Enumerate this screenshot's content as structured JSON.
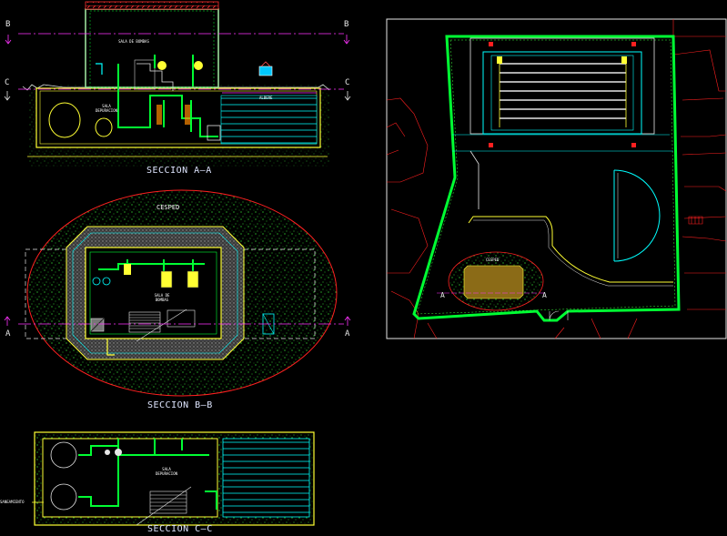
{
  "drawing": {
    "colors": {
      "background": "#000000",
      "wall": "#ffff33",
      "pipe": "#00ff33",
      "water": "#00ffff",
      "magenta": "#ff33ff",
      "red": "#ff2020",
      "white": "#e6e6e6"
    },
    "section_aa": {
      "title": "SECCION A—A",
      "room_label_top": "SALA DE BOMBAS",
      "room_label_mid": "SALA DEPURACION",
      "pool_label": "ALBERE",
      "marker_b_left": "B",
      "marker_b_right": "B",
      "marker_c_left": "C",
      "marker_c_right": "C"
    },
    "section_bb": {
      "title": "SECCION B—B",
      "lawn_label": "CESPED",
      "room_label": "SALA DE BOMBAS",
      "marker_a_left": "A",
      "marker_a_right": "A"
    },
    "section_cc": {
      "title": "SECCION C—C",
      "room_label": "SALA DEPURACION",
      "side_label": "SANEAMIENTO"
    },
    "site_plan": {
      "marker_a_left": "A",
      "marker_a_right": "A",
      "lawn_label": "CESPED"
    }
  }
}
